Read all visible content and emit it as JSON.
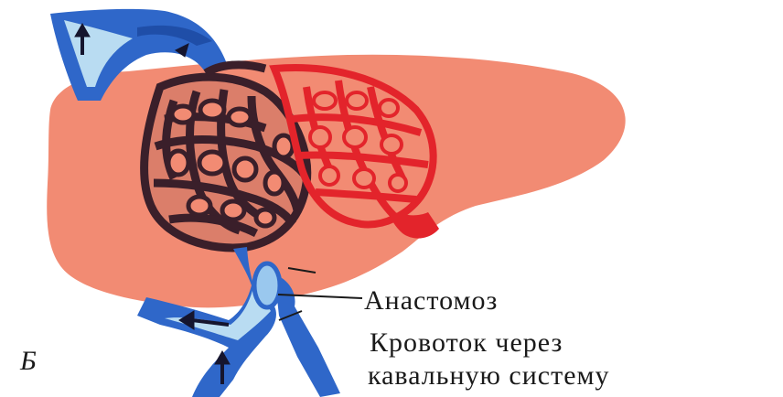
{
  "labels": {
    "anastomosis": "Анастомоз",
    "blood_flow_line1": "Кровоток через",
    "blood_flow_line2": "кавальную систему",
    "panel_letter": "Б"
  },
  "colors": {
    "liver": "#f28b73",
    "vein_blue": "#2f67c9",
    "vein_light": "#b9dcf2",
    "arterial_red": "#e3242b",
    "dark_network": "#3a1f2a",
    "arrow": "#15152e"
  }
}
